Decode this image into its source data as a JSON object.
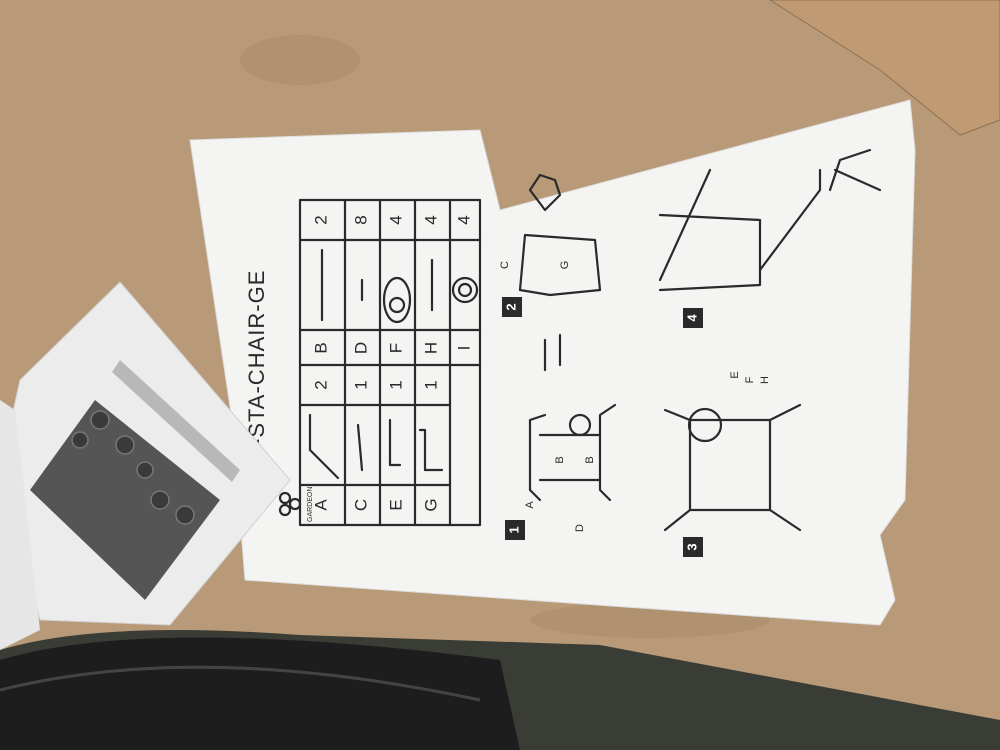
{
  "manual": {
    "title": "-B-STA-CHAIR-GE",
    "brand": "GARDEON",
    "parts": [
      {
        "letter": "A",
        "qty": "2"
      },
      {
        "letter": "B",
        "qty": "2"
      },
      {
        "letter": "C",
        "qty": "1"
      },
      {
        "letter": "D",
        "qty": "8"
      },
      {
        "letter": "E",
        "qty": "1"
      },
      {
        "letter": "F",
        "qty": "4"
      },
      {
        "letter": "G",
        "qty": "1"
      },
      {
        "letter": "H",
        "qty": "4"
      },
      {
        "letter": "I",
        "qty": "4"
      }
    ],
    "steps": [
      "1",
      "2",
      "3",
      "4"
    ],
    "diagram_labels": {
      "step1": [
        "A",
        "B",
        "B",
        "D"
      ],
      "step2": [
        "C",
        "G"
      ],
      "step3": [
        "E",
        "F",
        "H"
      ]
    }
  },
  "colors": {
    "cardboard": "#b99a78",
    "paper": "#f4f4f2",
    "ink": "#2a2a2a",
    "bag": "#e9e9e9",
    "fabric": "#3a3c36"
  }
}
